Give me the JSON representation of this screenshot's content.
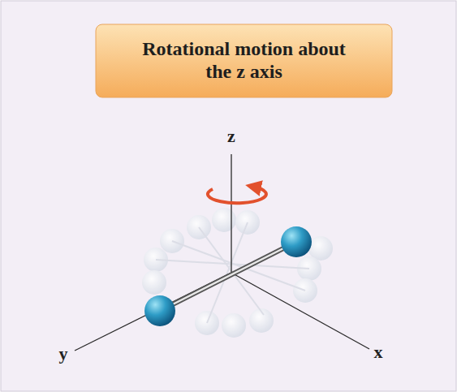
{
  "diagram": {
    "nodes": [
      {
        "text": [
          "Rotational motion about the z axis"
        ]
      }
    ],
    "labels": [
      "z",
      "y",
      "x"
    ]
  }
}
